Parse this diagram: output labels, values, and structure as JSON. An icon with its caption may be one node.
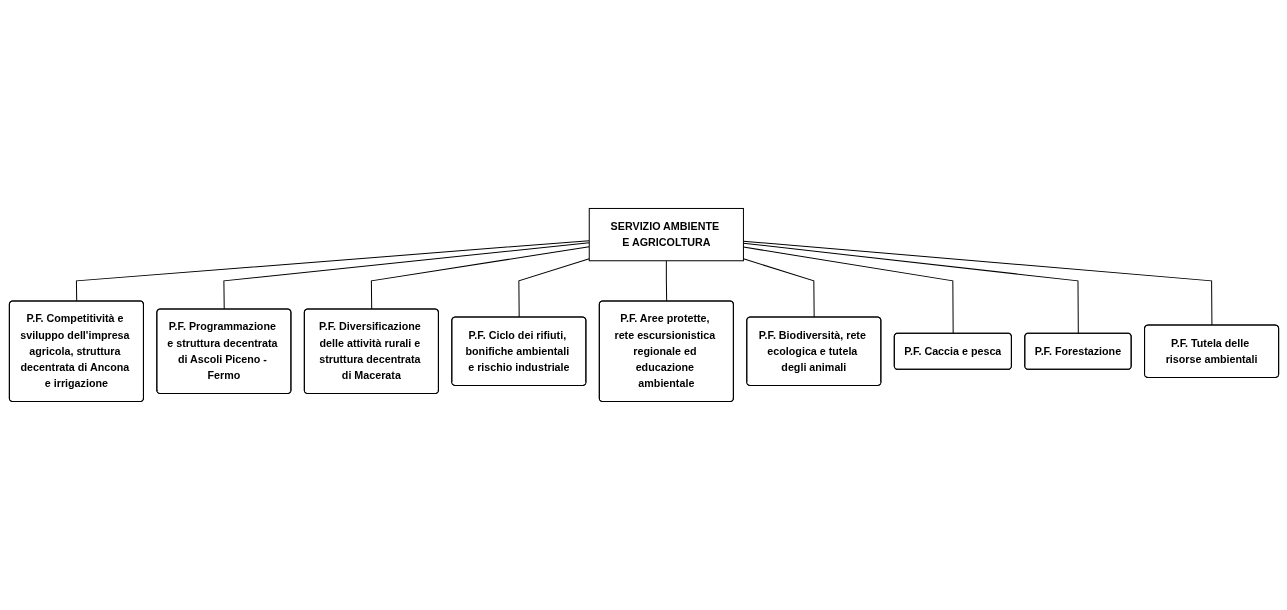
{
  "diagram": {
    "nodes": [
      {
        "text": [
          "SERVIZIO AMBIENTE E AGRICOLTURA"
        ]
      },
      {
        "text": [
          "P.F. Competitività e sviluppo dell'impresa agricola, struttura decentrata di Ancona e irrigazione"
        ]
      },
      {
        "text": [
          "P.F. Programmazione e struttura decentrata di Ascoli Piceno - Fermo"
        ]
      },
      {
        "text": [
          "P.F. Diversificazione delle attività rurali e struttura decentrata di Macerata"
        ]
      },
      {
        "text": [
          "P.F. Ciclo dei rifiuti, bonifiche ambientali e rischio industriale"
        ]
      },
      {
        "text": [
          "P.F. Aree protette, rete escursionistica regionale ed educazione ambientale"
        ]
      },
      {
        "text": [
          "P.F. Biodiversità, rete ecologica e tutela degli animali"
        ]
      },
      {
        "text": [
          "P.F. Caccia e pesca"
        ]
      },
      {
        "text": [
          "P.F. Forestazione"
        ]
      },
      {
        "text": [
          "P.F. Tutela delle risorse ambientali"
        ]
      }
    ],
    "edges": [
      {
        "from": 0,
        "to": 1,
        "arrow": "none"
      },
      {
        "from": 0,
        "to": 2,
        "arrow": "none"
      },
      {
        "from": 0,
        "to": 3,
        "arrow": "none"
      },
      {
        "from": 0,
        "to": 4,
        "arrow": "none"
      },
      {
        "from": 0,
        "to": 5,
        "arrow": "none"
      },
      {
        "from": 0,
        "to": 6,
        "arrow": "none"
      },
      {
        "from": 0,
        "to": 7,
        "arrow": "none"
      },
      {
        "from": 0,
        "to": 8,
        "arrow": "none"
      },
      {
        "from": 0,
        "to": 9,
        "arrow": "none"
      }
    ]
  }
}
